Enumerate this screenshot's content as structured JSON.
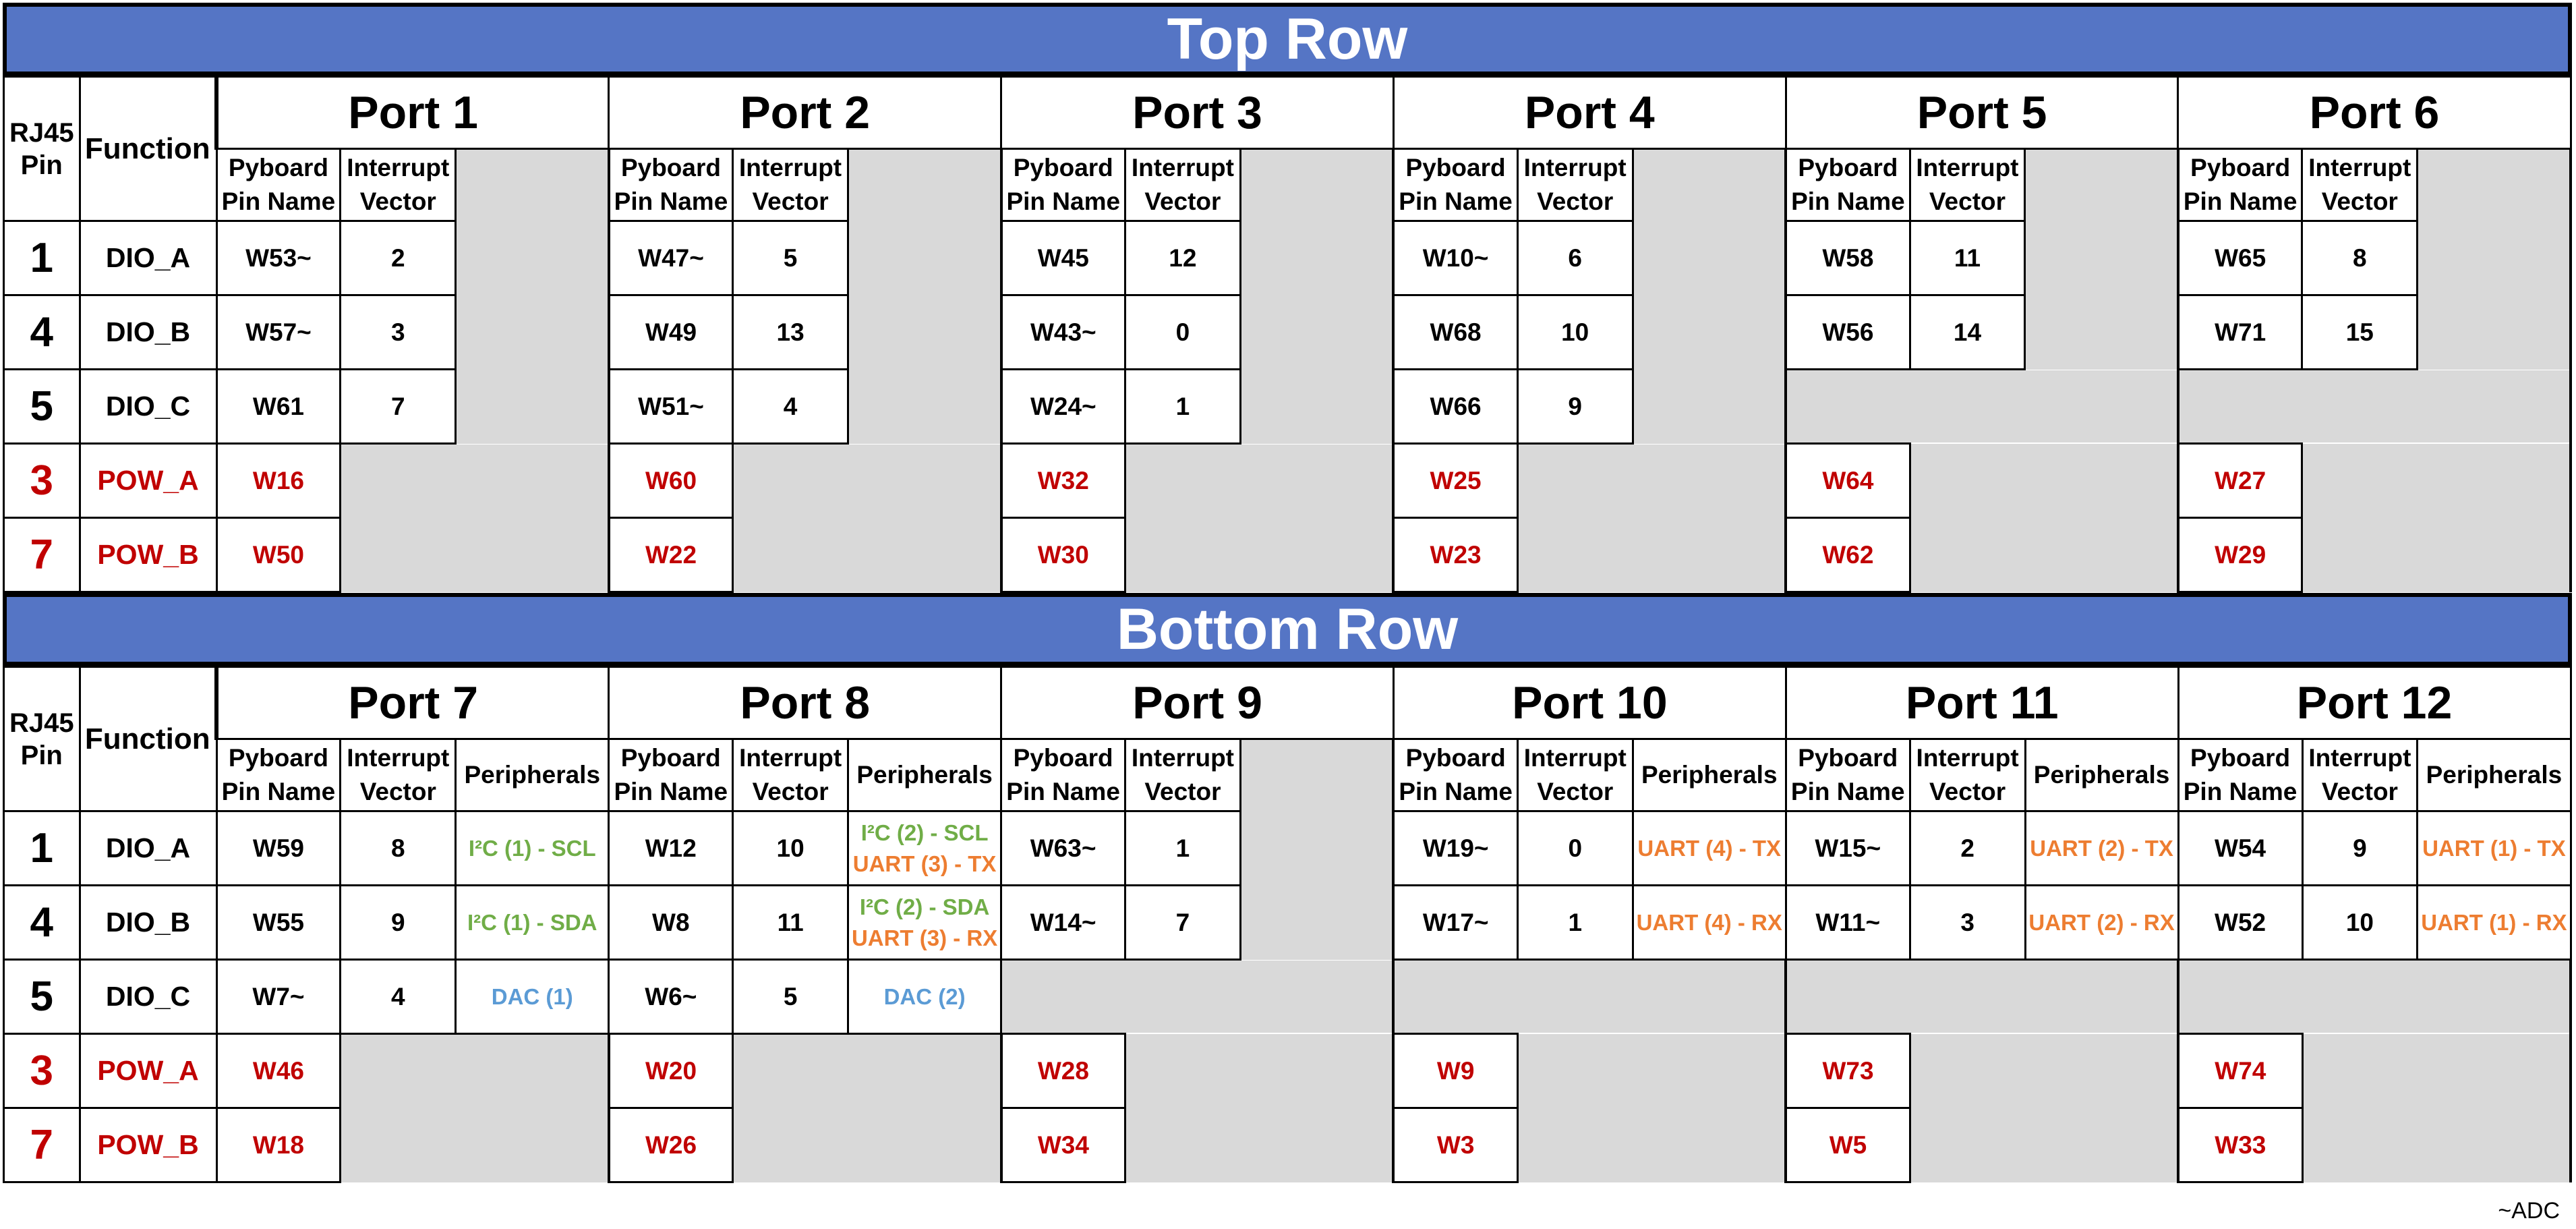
{
  "top": {
    "title": "Top Row",
    "rj45_header": "RJ45 Pin",
    "function_header": "Function",
    "ports": [
      {
        "name": "Port 1",
        "has_periph": false
      },
      {
        "name": "Port 2",
        "has_periph": false
      },
      {
        "name": "Port 3",
        "has_periph": false
      },
      {
        "name": "Port 4",
        "has_periph": false
      },
      {
        "name": "Port 5",
        "has_periph": false
      },
      {
        "name": "Port 6",
        "has_periph": false
      }
    ],
    "subheaders": {
      "pin": "Pyboard Pin Name",
      "vec": "Interrupt Vector",
      "periph": "Peripherals"
    },
    "rows": [
      {
        "pin": "1",
        "func": "DIO_A",
        "red": false,
        "cells": [
          [
            "W53~",
            "2"
          ],
          [
            "W47~",
            "5"
          ],
          [
            "W45",
            "12"
          ],
          [
            "W10~",
            "6"
          ],
          [
            "W58",
            "11"
          ],
          [
            "W65",
            "8"
          ]
        ]
      },
      {
        "pin": "4",
        "func": "DIO_B",
        "red": false,
        "cells": [
          [
            "W57~",
            "3"
          ],
          [
            "W49",
            "13"
          ],
          [
            "W43~",
            "0"
          ],
          [
            "W68",
            "10"
          ],
          [
            "W56",
            "14"
          ],
          [
            "W71",
            "15"
          ]
        ]
      },
      {
        "pin": "5",
        "func": "DIO_C",
        "red": false,
        "cells": [
          [
            "W61",
            "7"
          ],
          [
            "W51~",
            "4"
          ],
          [
            "W24~",
            "1"
          ],
          [
            "W66",
            "9"
          ],
          null,
          null
        ]
      },
      {
        "pin": "3",
        "func": "POW_A",
        "red": true,
        "cells": [
          [
            "W16"
          ],
          [
            "W60"
          ],
          [
            "W32"
          ],
          [
            "W25"
          ],
          [
            "W64"
          ],
          [
            "W27"
          ]
        ]
      },
      {
        "pin": "7",
        "func": "POW_B",
        "red": true,
        "cells": [
          [
            "W50"
          ],
          [
            "W22"
          ],
          [
            "W30"
          ],
          [
            "W23"
          ],
          [
            "W62"
          ],
          [
            "W29"
          ]
        ]
      }
    ]
  },
  "bottom": {
    "title": "Bottom Row",
    "rj45_header": "RJ45 Pin",
    "function_header": "Function",
    "ports": [
      {
        "name": "Port 7",
        "has_periph": true
      },
      {
        "name": "Port 8",
        "has_periph": true
      },
      {
        "name": "Port 9",
        "has_periph": false
      },
      {
        "name": "Port 10",
        "has_periph": true
      },
      {
        "name": "Port 11",
        "has_periph": true
      },
      {
        "name": "Port 12",
        "has_periph": true
      }
    ],
    "subheaders": {
      "pin": "Pyboard Pin Name",
      "vec": "Interrupt Vector",
      "periph": "Peripherals"
    },
    "rows": [
      {
        "pin": "1",
        "func": "DIO_A",
        "red": false,
        "cells": [
          [
            "W59",
            "8",
            [
              {
                "t": "I²C (1) - SCL",
                "c": "green"
              }
            ]
          ],
          [
            "W12",
            "10",
            [
              {
                "t": "I²C (2) - SCL",
                "c": "green"
              },
              {
                "t": "UART (3) - TX",
                "c": "orange"
              }
            ]
          ],
          [
            "W63~",
            "1"
          ],
          [
            "W19~",
            "0",
            [
              {
                "t": "UART (4) - TX",
                "c": "orange"
              }
            ]
          ],
          [
            "W15~",
            "2",
            [
              {
                "t": "UART (2) - TX",
                "c": "orange"
              }
            ]
          ],
          [
            "W54",
            "9",
            [
              {
                "t": "UART (1) - TX",
                "c": "orange"
              }
            ]
          ]
        ]
      },
      {
        "pin": "4",
        "func": "DIO_B",
        "red": false,
        "cells": [
          [
            "W55",
            "9",
            [
              {
                "t": "I²C (1) - SDA",
                "c": "green"
              }
            ]
          ],
          [
            "W8",
            "11",
            [
              {
                "t": "I²C (2) - SDA",
                "c": "green"
              },
              {
                "t": "UART (3) - RX",
                "c": "orange"
              }
            ]
          ],
          [
            "W14~",
            "7"
          ],
          [
            "W17~",
            "1",
            [
              {
                "t": "UART (4) - RX",
                "c": "orange"
              }
            ]
          ],
          [
            "W11~",
            "3",
            [
              {
                "t": "UART (2) - RX",
                "c": "orange"
              }
            ]
          ],
          [
            "W52",
            "10",
            [
              {
                "t": "UART (1) - RX",
                "c": "orange"
              }
            ]
          ]
        ]
      },
      {
        "pin": "5",
        "func": "DIO_C",
        "red": false,
        "cells": [
          [
            "W7~",
            "4",
            [
              {
                "t": "DAC (1)",
                "c": "blue"
              }
            ]
          ],
          [
            "W6~",
            "5",
            [
              {
                "t": "DAC (2)",
                "c": "blue"
              }
            ]
          ],
          null,
          null,
          null,
          null
        ]
      },
      {
        "pin": "3",
        "func": "POW_A",
        "red": true,
        "cells": [
          [
            "W46"
          ],
          [
            "W20"
          ],
          [
            "W28"
          ],
          [
            "W9"
          ],
          [
            "W73"
          ],
          [
            "W74"
          ]
        ]
      },
      {
        "pin": "7",
        "func": "POW_B",
        "red": true,
        "cells": [
          [
            "W18"
          ],
          [
            "W26"
          ],
          [
            "W34"
          ],
          [
            "W3"
          ],
          [
            "W5"
          ],
          [
            "W33"
          ]
        ]
      }
    ]
  },
  "footnote": "~ADC"
}
